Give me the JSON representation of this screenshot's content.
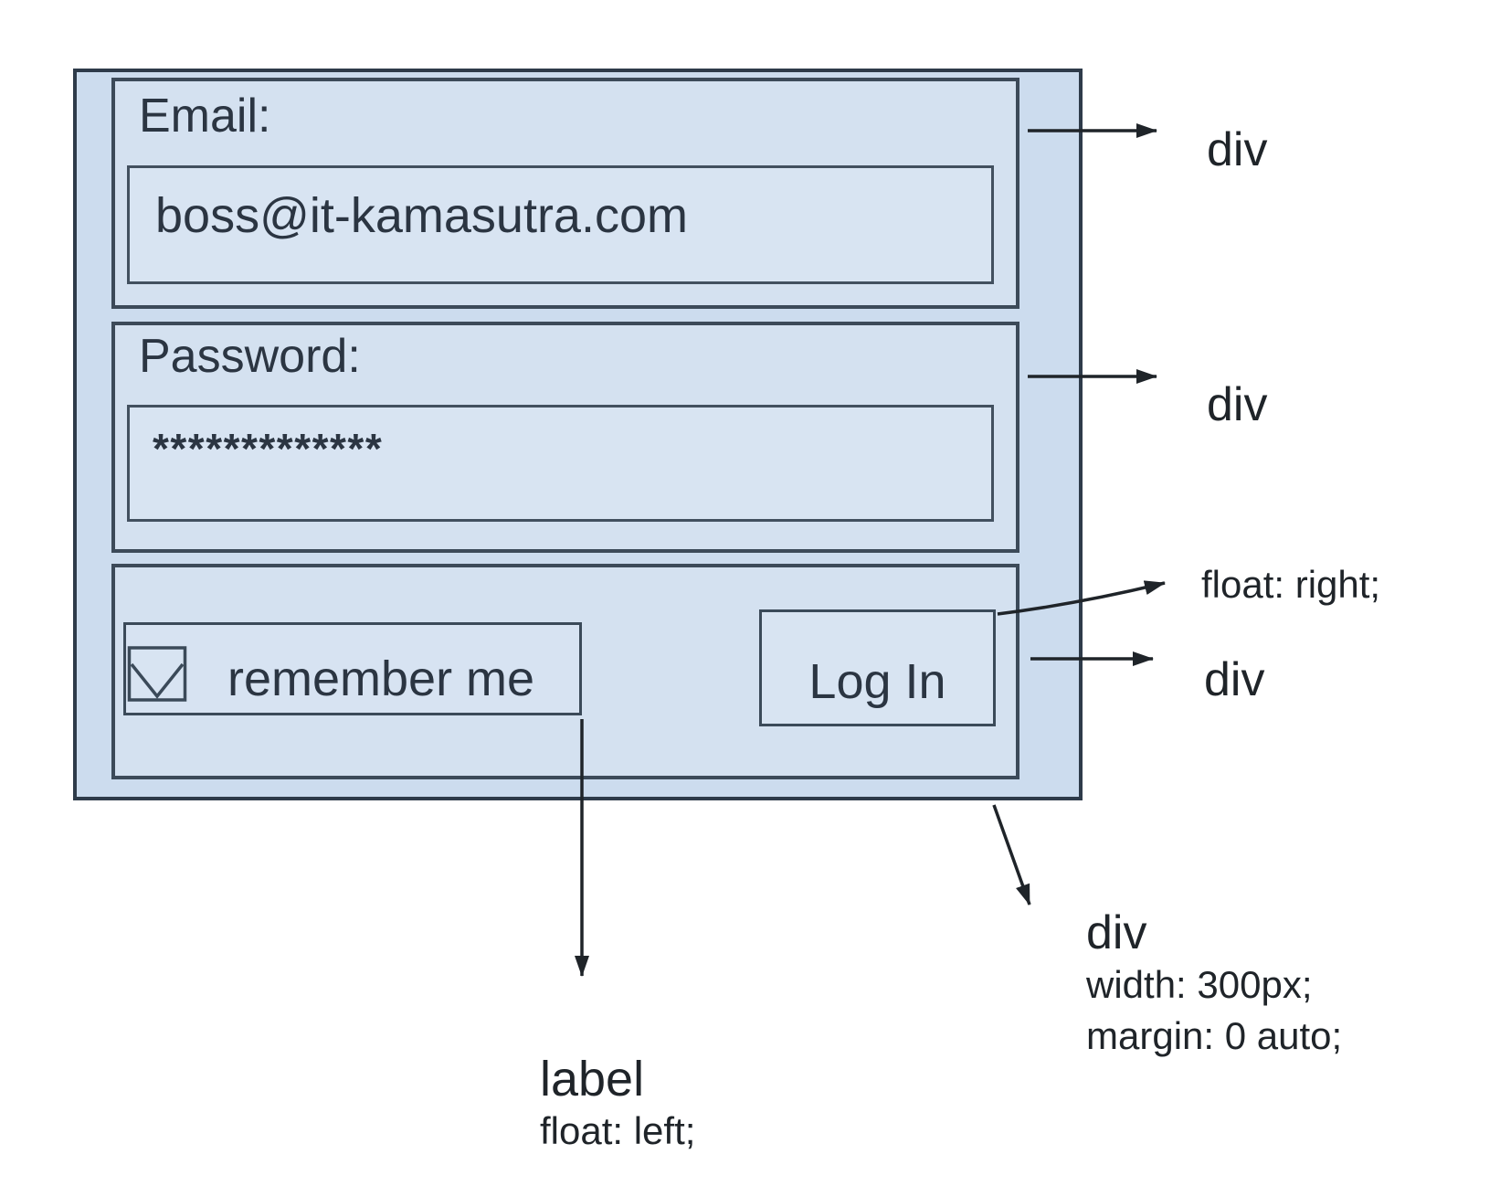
{
  "form": {
    "email_label": "Email:",
    "email_value": "boss@it-kamasutra.com",
    "password_label": "Password:",
    "password_value": "*************",
    "remember_label": "remember me",
    "login_label": "Log In"
  },
  "annotations": {
    "email_div": "div",
    "password_div": "div",
    "float_right": "float: right;",
    "actions_div": "div",
    "outer_div": "div",
    "outer_css_width": "width: 300px;",
    "outer_css_margin": "margin: 0 auto;",
    "label_tag": "label",
    "label_css": "float: left;"
  },
  "colors": {
    "container_fill": "#ccdcee",
    "group_fill": "#d4e1f0",
    "input_fill": "#d8e4f2",
    "border": "#3c4a59",
    "outer_border": "#2e3b4a",
    "text": "#2b3542",
    "annotation": "#1f2429",
    "background": "#ffffff"
  }
}
